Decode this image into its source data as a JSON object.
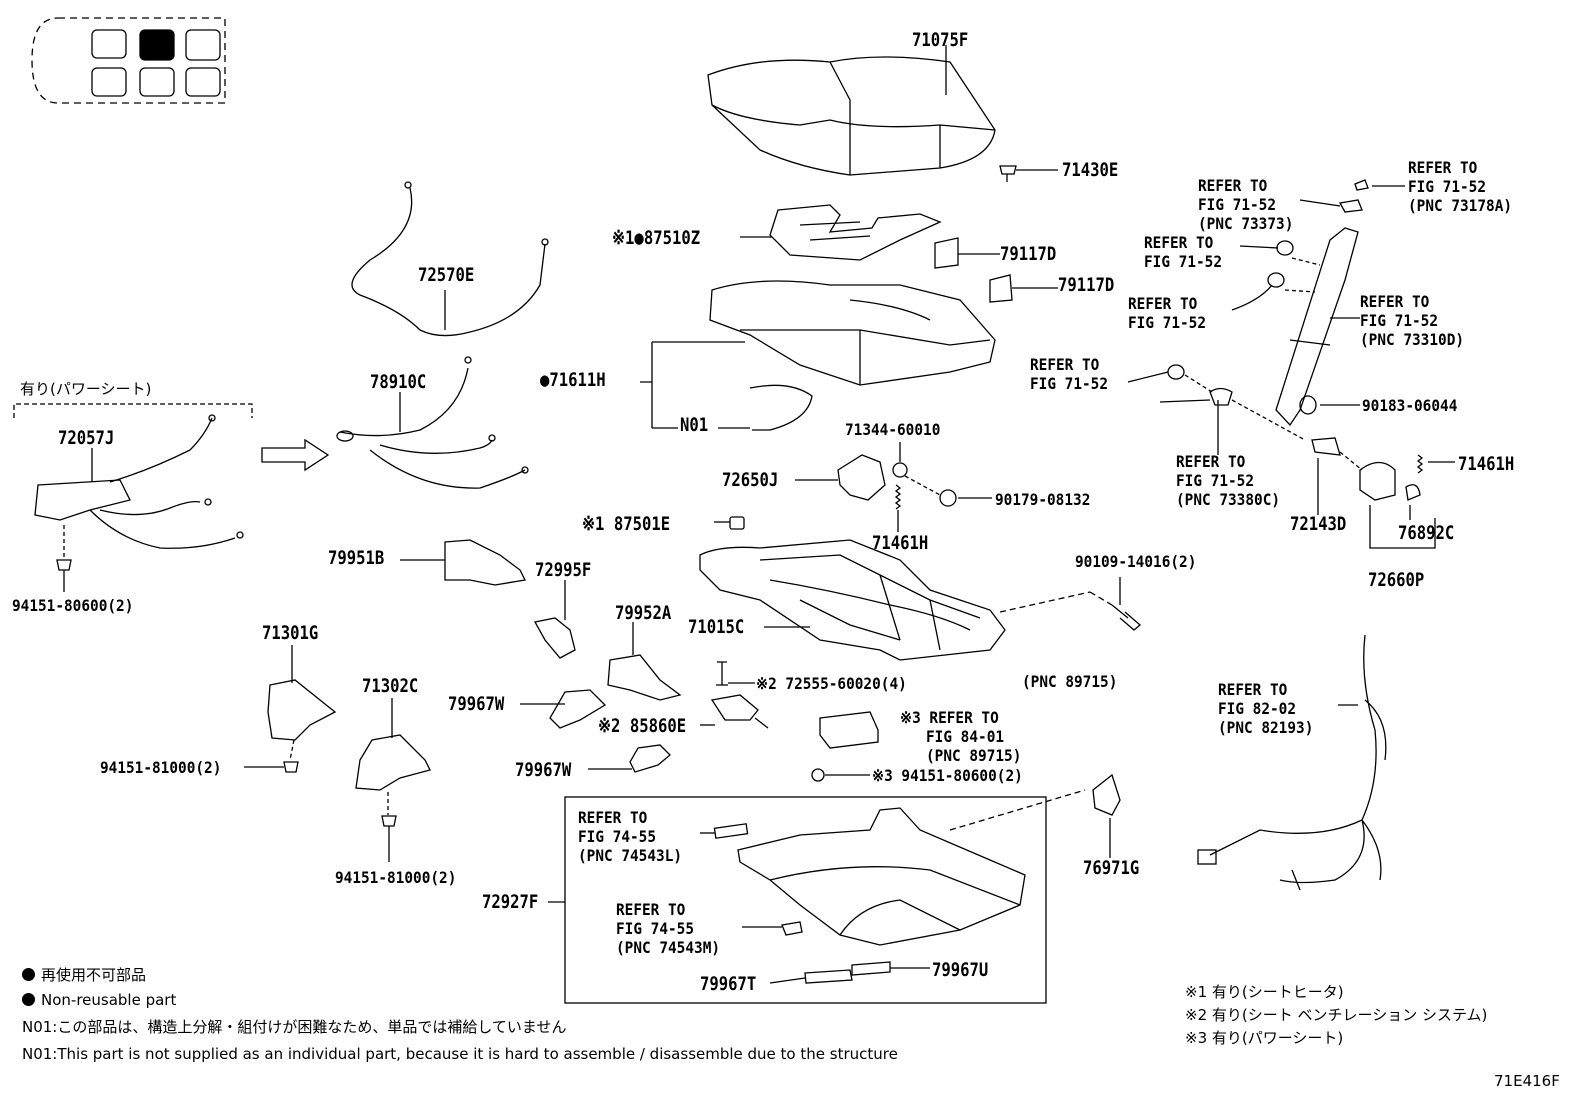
{
  "labels": {
    "p71075F": "71075F",
    "p71430E": "71430E",
    "p87510Z": "※1●87510Z",
    "p79117D_a": "79117D",
    "p79117D_b": "79117D",
    "p72570E": "72570E",
    "p71611H": "●71611H",
    "pN01": "N01",
    "p78910C": "78910C",
    "p71344": "71344-60010",
    "p72650J": "72650J",
    "p90179": "90179-08132",
    "p71461H_a": "71461H",
    "p87501E": "※1 87501E",
    "p79951B": "79951B",
    "p72995F": "72995F",
    "p90109": "90109-14016(2)",
    "p71015C": "71015C",
    "p79952A": "79952A",
    "p71301G": "71301G",
    "p71302C": "71302C",
    "p72057J": "72057J",
    "p94151_a": "94151-80600(2)",
    "p94151_b": "94151-81000(2)",
    "p94151_c": "94151-81000(2)",
    "p72555": "※2 72555-60020(4)",
    "p79967W_a": "79967W",
    "p85860E": "※2 85860E",
    "p79967W_b": "79967W",
    "pPNC89715": "(PNC 89715)",
    "p94151_d": "※3 94151-80600(2)",
    "p76971G": "76971G",
    "p72927F": "72927F",
    "p79967T": "79967T",
    "p79967U": "79967U",
    "p90183": "90183-06044",
    "p71461H_b": "71461H",
    "p72143D": "72143D",
    "p76892C": "76892C",
    "p72660P": "72660P"
  },
  "refs": {
    "r1": "REFER TO\nFIG 71-52\n(PNC 73178A)",
    "r2": "REFER TO\nFIG 71-52\n(PNC 73373)",
    "r3": "REFER TO\nFIG 71-52",
    "r4": "REFER TO\nFIG 71-52",
    "r5": "REFER TO\nFIG 71-52\n(PNC 73310D)",
    "r6": "REFER TO\nFIG 71-52",
    "r7": "REFER TO\nFIG 71-52\n(PNC 73380C)",
    "r8": "※3 REFER TO\n   FIG 84-01\n   (PNC 89715)",
    "r9": "REFER TO\nFIG 82-02\n(PNC 82193)",
    "r10": "REFER TO\nFIG 74-55\n(PNC 74543L)",
    "r11": "REFER TO\nFIG 74-55\n(PNC 74543M)"
  },
  "power_seat_header": "有り(パワーシート)",
  "legend": {
    "nonreusable_jp": "再使用不可部品",
    "nonreusable_en": "Non-reusable part",
    "n01_jp": "N01:この部品は、構造上分解・組付けが困難なため、単品では補給していません",
    "n01_en": "N01:This part is not supplied as an individual part, because it is hard to assemble / disassemble due to the structure",
    "note1": "※1 有り(シートヒータ)",
    "note2": "※2 有り(シート ベンチレーション システム)",
    "note3": "※3 有り(パワーシート)"
  },
  "figure_code": "71E416F"
}
